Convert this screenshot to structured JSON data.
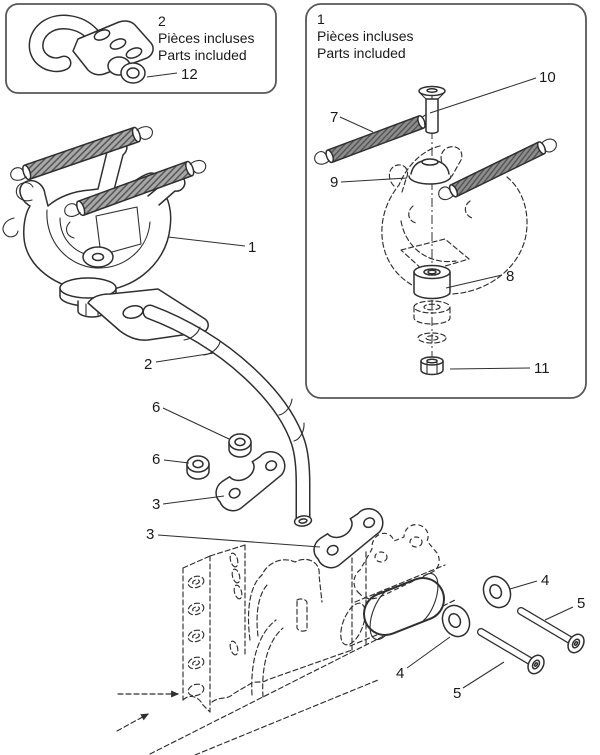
{
  "colors": {
    "line": "#2f2f2f",
    "border": "#575757",
    "text": "#1a1a1a",
    "bg": "#ffffff",
    "spring_fill": "#a9a9a9",
    "spring_fill_dark": "#8e8e8e",
    "spring_hatch": "#4d4d4d"
  },
  "inset_single_part": {
    "box_number": "2",
    "included_fr": "Pièces incluses",
    "included_en": "Parts included",
    "callout_12": "12"
  },
  "inset_hardware_kit": {
    "box_number": "1",
    "included_fr": "Pièces incluses",
    "included_en": "Parts included",
    "callout_7": "7",
    "callout_8": "8",
    "callout_9": "9",
    "callout_10": "10",
    "callout_11": "11"
  },
  "main_view": {
    "callout_1": "1",
    "callout_2": "2",
    "callout_3_upper": "3",
    "callout_3_lower": "3",
    "callout_4_upper": "4",
    "callout_4_lower": "4",
    "callout_5_upper": "5",
    "callout_5_lower": "5",
    "callout_6_upper": "6",
    "callout_6_lower": "6"
  }
}
